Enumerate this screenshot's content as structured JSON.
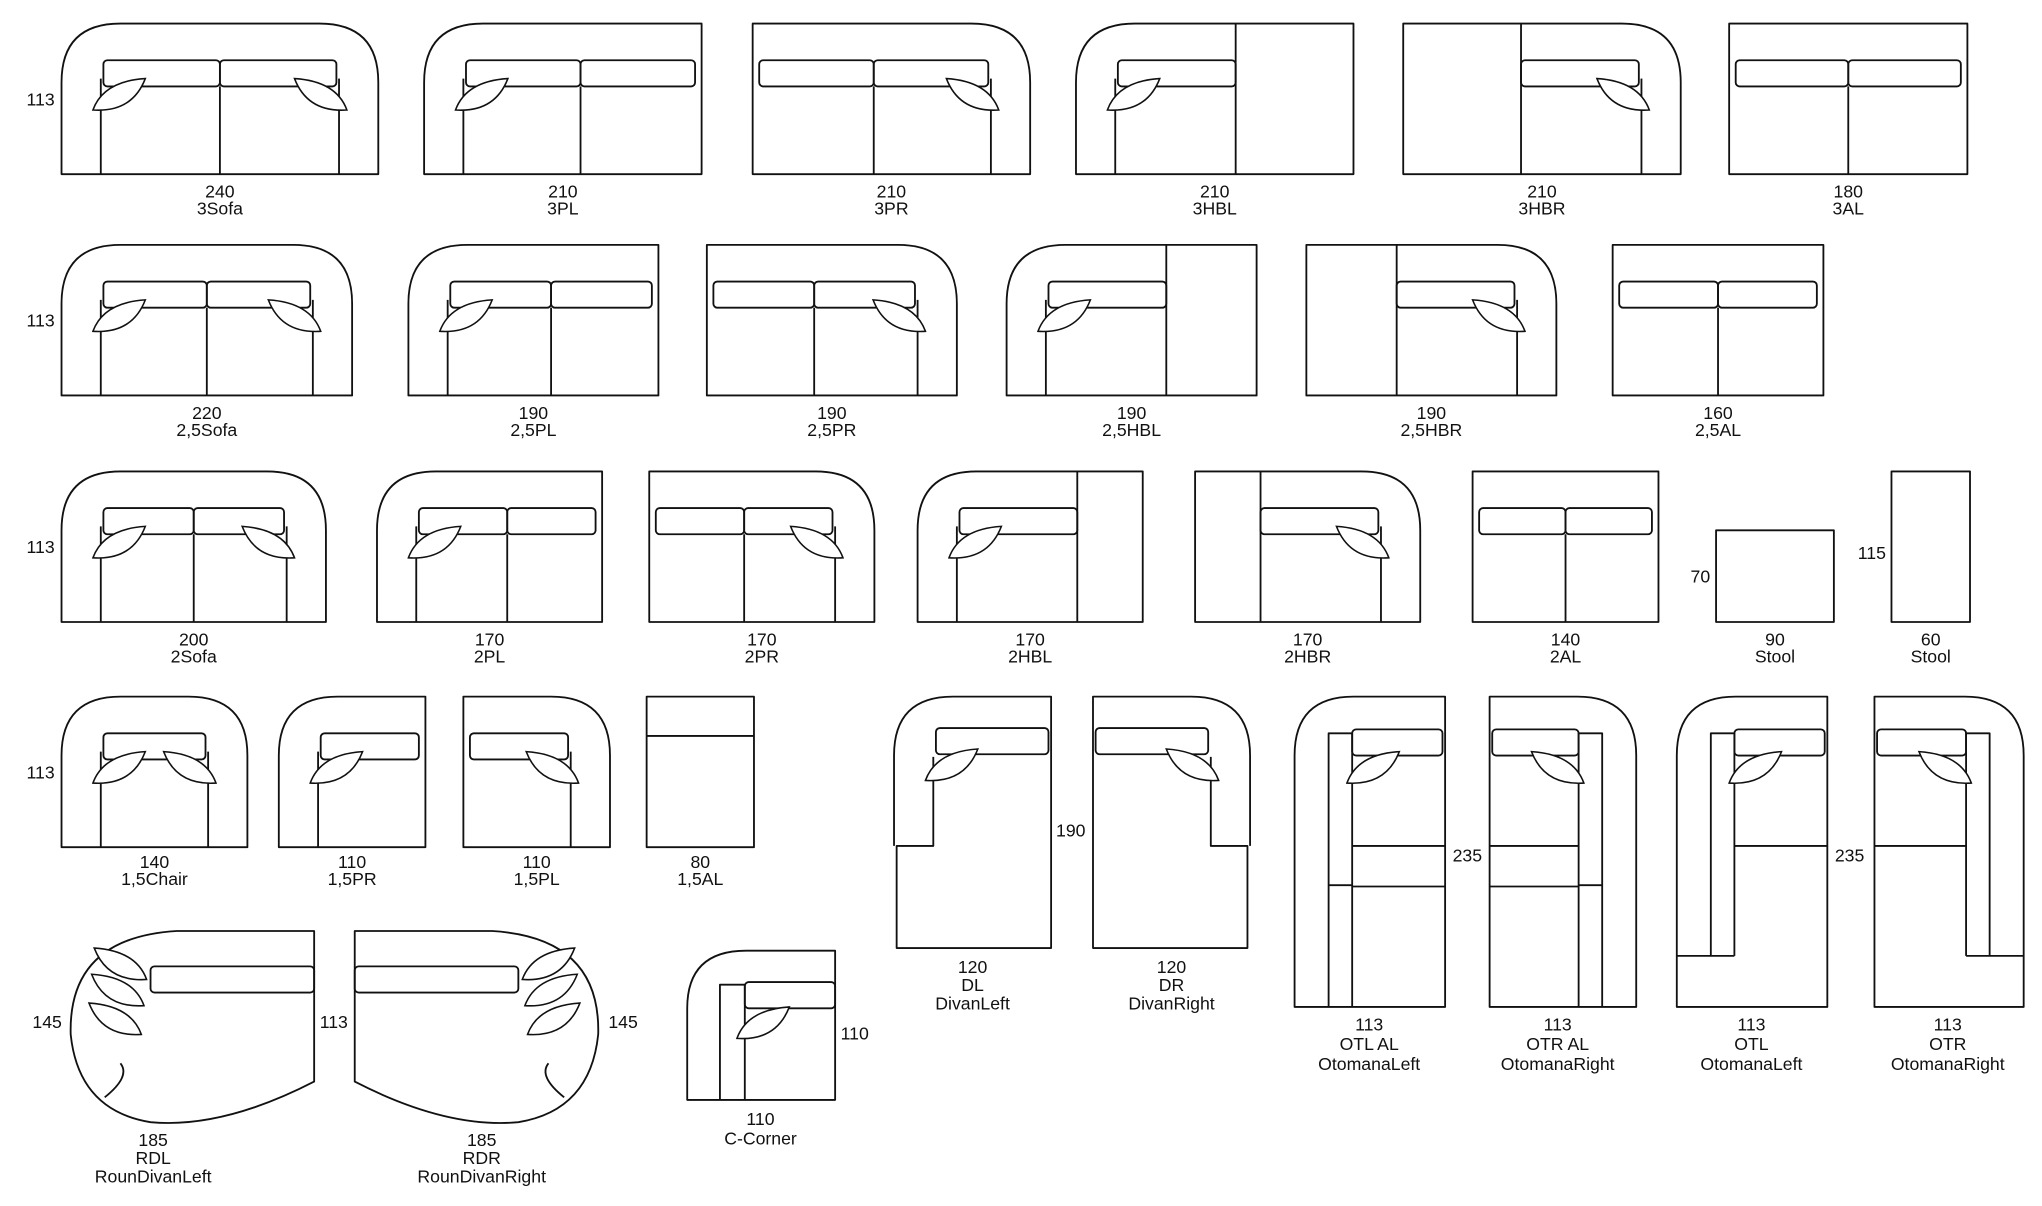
{
  "row_depth_labels": [
    "113",
    "113",
    "113",
    "113"
  ],
  "modules": [
    {
      "id": "3sofa",
      "lines": [
        "240",
        "3Sofa"
      ]
    },
    {
      "id": "3pl",
      "lines": [
        "210",
        "3PL"
      ]
    },
    {
      "id": "3pr",
      "lines": [
        "210",
        "3PR"
      ]
    },
    {
      "id": "3hbl",
      "lines": [
        "210",
        "3HBL"
      ]
    },
    {
      "id": "3hbr",
      "lines": [
        "210",
        "3HBR"
      ]
    },
    {
      "id": "3al",
      "lines": [
        "180",
        "3AL"
      ]
    },
    {
      "id": "25sofa",
      "lines": [
        "220",
        "2,5Sofa"
      ]
    },
    {
      "id": "25pl",
      "lines": [
        "190",
        "2,5PL"
      ]
    },
    {
      "id": "25pr",
      "lines": [
        "190",
        "2,5PR"
      ]
    },
    {
      "id": "25hbl",
      "lines": [
        "190",
        "2,5HBL"
      ]
    },
    {
      "id": "25hbr",
      "lines": [
        "190",
        "2,5HBR"
      ]
    },
    {
      "id": "25al",
      "lines": [
        "160",
        "2,5AL"
      ]
    },
    {
      "id": "2sofa",
      "lines": [
        "200",
        "2Sofa"
      ]
    },
    {
      "id": "2pl",
      "lines": [
        "170",
        "2PL"
      ]
    },
    {
      "id": "2pr",
      "lines": [
        "170",
        "2PR"
      ]
    },
    {
      "id": "2hbl",
      "lines": [
        "170",
        "2HBL"
      ]
    },
    {
      "id": "2hbr",
      "lines": [
        "170",
        "2HBR"
      ]
    },
    {
      "id": "2al",
      "lines": [
        "140",
        "2AL"
      ]
    },
    {
      "id": "stool90",
      "lines": [
        "90",
        "Stool"
      ],
      "depth": "70"
    },
    {
      "id": "stool60",
      "lines": [
        "60",
        "Stool"
      ],
      "depth": "115"
    },
    {
      "id": "15chair",
      "lines": [
        "140",
        "1,5Chair"
      ]
    },
    {
      "id": "15pr",
      "lines": [
        "110",
        "1,5PR"
      ]
    },
    {
      "id": "15pl",
      "lines": [
        "110",
        "1,5PL"
      ]
    },
    {
      "id": "15al",
      "lines": [
        "80",
        "1,5AL"
      ]
    },
    {
      "id": "dl",
      "lines": [
        "120",
        "DL",
        "DivanLeft"
      ]
    },
    {
      "id": "dr",
      "lines": [
        "120",
        "DR",
        "DivanRight"
      ],
      "depth": "190"
    },
    {
      "id": "otlal",
      "lines": [
        "113",
        "OTL AL",
        "OtomanaLeft"
      ]
    },
    {
      "id": "otral",
      "lines": [
        "113",
        "OTR AL",
        "OtomanaRight"
      ],
      "depth": "235"
    },
    {
      "id": "otl",
      "lines": [
        "113",
        "OTL",
        "OtomanaLeft"
      ]
    },
    {
      "id": "otr",
      "lines": [
        "113",
        "OTR",
        "OtomanaRight"
      ],
      "depth": "235"
    },
    {
      "id": "rdl",
      "lines": [
        "185",
        "RDL",
        "RounDivanLeft"
      ],
      "depth": "145"
    },
    {
      "id": "rdr",
      "lines": [
        "185",
        "RDR",
        "RounDivanRight"
      ],
      "depth": "145",
      "depth_inner": "113"
    },
    {
      "id": "ccorner",
      "lines": [
        "110",
        "C-Corner"
      ],
      "depth": "110"
    }
  ]
}
